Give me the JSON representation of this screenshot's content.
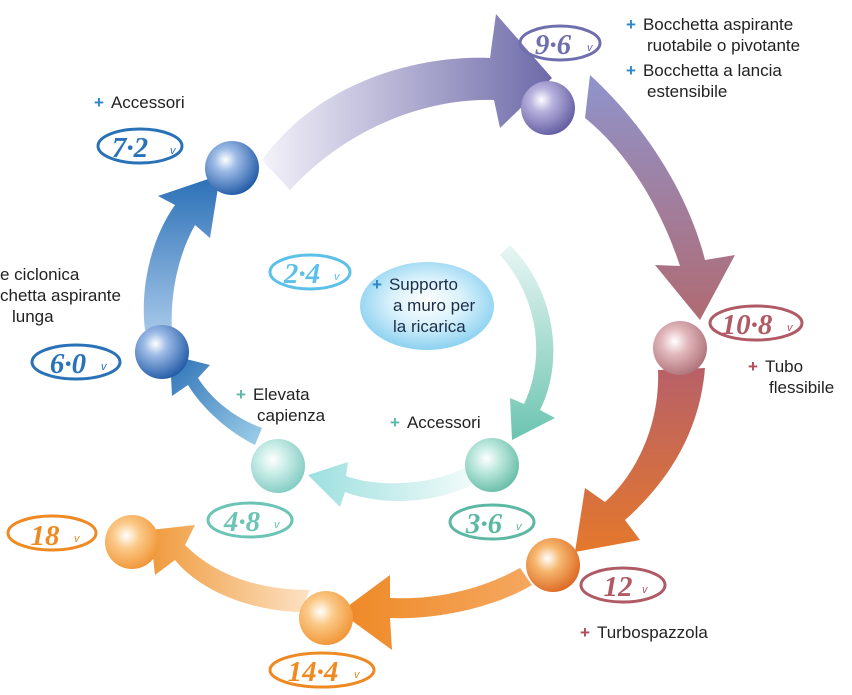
{
  "badges": {
    "v2_4": "2·4",
    "v3_6": "3·6",
    "v4_8": "4·8",
    "v6_0": "6·0",
    "v7_2": "7·2",
    "v9_6": "9·6",
    "v10_8": "10·8",
    "v12": "12",
    "v14_4": "14·4",
    "v18": "18",
    "unit": "v"
  },
  "labels": {
    "plus": "+",
    "bocchetta_line1": "Bocchetta aspirante",
    "bocchetta_line2": "ruotabile o pivotante",
    "lancia_line1": "Bocchetta a lancia",
    "lancia_line2": "estensibile",
    "accessori_top": "Accessori",
    "ciclonica_line1": "e ciclonica",
    "ciclonica_line2": "chetta aspirante",
    "ciclonica_line3": "lunga",
    "supporto_line1": "Supporto",
    "supporto_line2": "a muro per",
    "supporto_line3": "la ricarica",
    "tubo_line1": "Tubo",
    "tubo_line2": "flessibile",
    "elevata_line1": "Elevata",
    "elevata_line2": "capienza",
    "accessori_inner": "Accessori",
    "turbospazzola": "Turbospazzola"
  },
  "colors": {
    "blue": "#2a72b8",
    "lavender": "#6f6fae",
    "violet": "#8f8fc6",
    "mauve": "#b05a66",
    "orange": "#ef8a22",
    "teal": "#6cc4b5",
    "sky": "#8fd0ee",
    "plus_blue": "#2d86c8",
    "plus_mauve": "#b24a5a",
    "plus_teal": "#5cb8a8"
  }
}
